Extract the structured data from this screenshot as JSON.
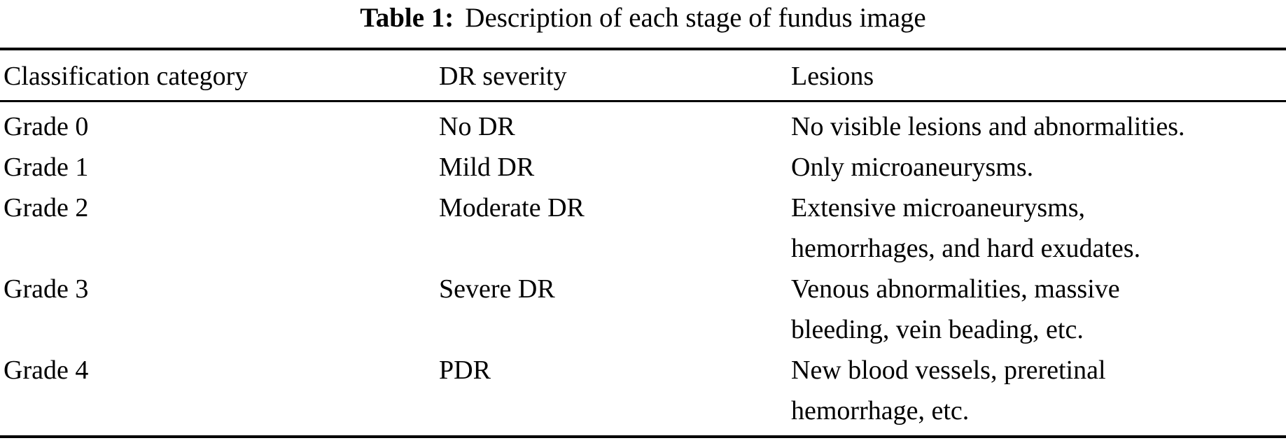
{
  "title": {
    "label": "Table 1:",
    "text": "Description of each stage of fundus image"
  },
  "table": {
    "columns": [
      "Classification category",
      "DR severity",
      "Lesions"
    ],
    "rows": [
      {
        "category": "Grade 0",
        "severity": "No DR",
        "lesions": [
          "No visible lesions and abnormalities."
        ]
      },
      {
        "category": "Grade 1",
        "severity": "Mild DR",
        "lesions": [
          "Only microaneurysms."
        ]
      },
      {
        "category": "Grade 2",
        "severity": "Moderate DR",
        "lesions": [
          "Extensive microaneurysms,",
          "hemorrhages, and hard exudates."
        ]
      },
      {
        "category": "Grade 3",
        "severity": "Severe DR",
        "lesions": [
          "Venous abnormalities, massive",
          "bleeding, vein beading, etc."
        ]
      },
      {
        "category": "Grade 4",
        "severity": "PDR",
        "lesions": [
          "New blood vessels, preretinal",
          "hemorrhage, etc."
        ]
      }
    ]
  }
}
